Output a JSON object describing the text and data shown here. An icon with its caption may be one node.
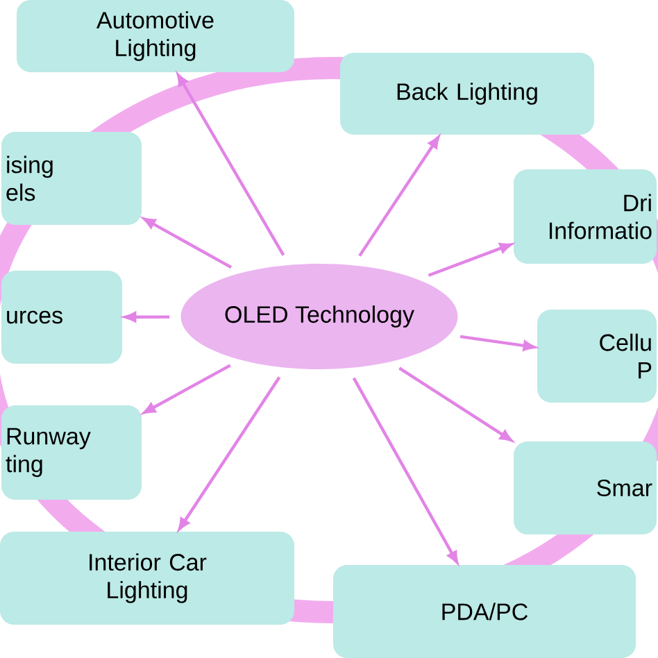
{
  "diagram": {
    "nodes": [
      {
        "text": [
          "OLED Technology"
        ]
      },
      {
        "text": [
          "Automotive Lighting"
        ]
      },
      {
        "text": [
          "Back Lighting"
        ]
      },
      {
        "text": [
          "ising els"
        ]
      },
      {
        "text": [
          "urces"
        ]
      },
      {
        "text": [
          "Runway ting"
        ]
      },
      {
        "text": [
          "Interior Car Lighting"
        ]
      },
      {
        "text": [
          "PDA/PC"
        ]
      },
      {
        "text": [
          "Dri Informatio"
        ]
      },
      {
        "text": [
          "Cellu P"
        ]
      },
      {
        "text": [
          "Smar"
        ]
      }
    ],
    "edges": [
      {
        "from": 0,
        "to": 1,
        "arrow": "to"
      },
      {
        "from": 0,
        "to": 2,
        "arrow": "to"
      },
      {
        "from": 0,
        "to": 3,
        "arrow": "to"
      },
      {
        "from": 0,
        "to": 4,
        "arrow": "to"
      },
      {
        "from": 0,
        "to": 5,
        "arrow": "to"
      },
      {
        "from": 0,
        "to": 6,
        "arrow": "to"
      },
      {
        "from": 0,
        "to": 7,
        "arrow": "to"
      },
      {
        "from": 0,
        "to": 8,
        "arrow": "to"
      },
      {
        "from": 0,
        "to": 9,
        "arrow": "to"
      },
      {
        "from": 0,
        "to": 10,
        "arrow": "to"
      }
    ]
  }
}
